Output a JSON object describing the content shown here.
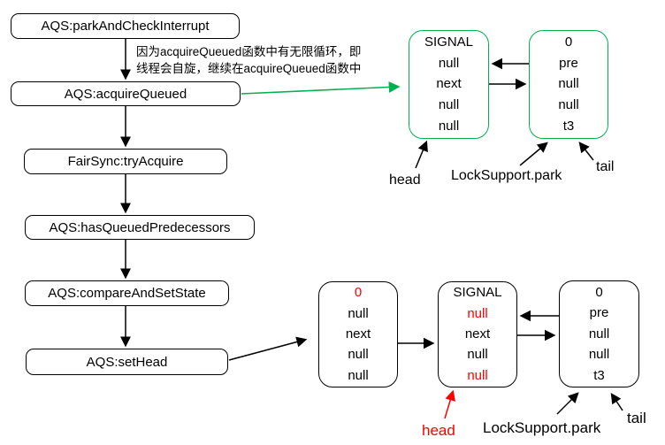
{
  "colors": {
    "accent_green": "#00B050",
    "highlight_red": "#FF0000",
    "line_black": "#000000"
  },
  "flowchart": {
    "boxes": [
      {
        "label": "AQS:parkAndCheckInterrupt"
      },
      {
        "label": "AQS:acquireQueued"
      },
      {
        "label": "FairSync:tryAcquire"
      },
      {
        "label": "AQS:hasQueuedPredecessors"
      },
      {
        "label": "AQS:compareAndSetState"
      },
      {
        "label": "AQS:setHead"
      }
    ],
    "annotation": {
      "line1": "因为acquireQueued函数中有无限循环，即",
      "line2": "线程会自旋，继续在acquireQueued函数中"
    }
  },
  "queue_before": {
    "nodes": [
      {
        "fields": [
          "SIGNAL",
          "null",
          "next",
          "null",
          "null"
        ],
        "red_rows": []
      },
      {
        "fields": [
          "0",
          "pre",
          "null",
          "null",
          "t3"
        ],
        "red_rows": []
      }
    ],
    "labels": {
      "head": "head",
      "park": "LockSupport.park",
      "tail": "tail"
    },
    "border_color": "#00B050"
  },
  "queue_after": {
    "nodes": [
      {
        "fields": [
          "0",
          "null",
          "next",
          "null",
          "null"
        ],
        "red_rows": [
          0
        ]
      },
      {
        "fields": [
          "SIGNAL",
          "null",
          "next",
          "null",
          "null"
        ],
        "red_rows": [
          1,
          4
        ]
      },
      {
        "fields": [
          "0",
          "pre",
          "null",
          "null",
          "t3"
        ],
        "red_rows": []
      }
    ],
    "labels": {
      "head": "head",
      "park": "LockSupport.park",
      "tail": "tail"
    },
    "border_color": "#000000"
  }
}
